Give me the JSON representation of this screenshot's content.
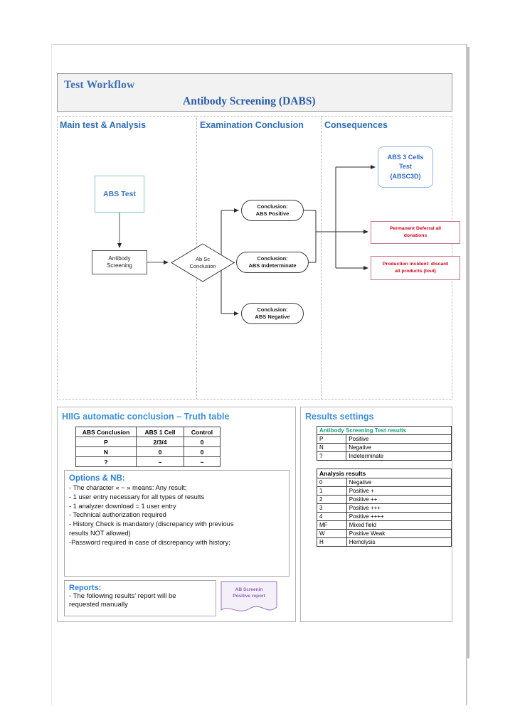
{
  "document": {
    "title_main": "Test Workflow",
    "title_sub": "Antibody Screening (DABS)"
  },
  "flowchart": {
    "columns": [
      {
        "label": "Main test & Analysis"
      },
      {
        "label": "Examination Conclusion"
      },
      {
        "label": "Consequences"
      }
    ],
    "nodes": {
      "abs_test": "ABS Test",
      "antibody_screening_l1": "Antibody",
      "antibody_screening_l2": "Screening",
      "decision_l1": "Ab Sc",
      "decision_l2": "Conclusion",
      "conclusion_positive_l1": "Conclusion:",
      "conclusion_positive_l2": "ABS Positive",
      "conclusion_indeterminate_l1": "Conclusion:",
      "conclusion_indeterminate_l2": "ABS Indeterminate",
      "conclusion_negative_l1": "Conclusion:",
      "conclusion_negative_l2": "ABS Negative",
      "absc3d_l1": "ABS 3 Cells",
      "absc3d_l2": "Test",
      "absc3d_l3": "(ABSC3D)",
      "deferral_l1": "Permanent Deferral all",
      "deferral_l2": "donations",
      "incident_l1": "Production incident: discard",
      "incident_l2": "all products (tout)"
    }
  },
  "truth_panel": {
    "title": "HIIG automatic conclusion – Truth table",
    "table": {
      "headers": [
        "ABS Conclusion",
        "ABS 1 Cell",
        "Control"
      ],
      "rows": [
        [
          "P",
          "2/3/4",
          "0"
        ],
        [
          "N",
          "0",
          "0"
        ],
        [
          "?",
          "~",
          "~"
        ]
      ]
    },
    "options": {
      "heading": "Options & NB:",
      "lines": [
        "- The character « ~ » means: Any result;",
        "- 1 user entry necessary for all types of results",
        "- 1 analyzer download = 1 user entry",
        "- Technical authorization required",
        "- History Check is mandatory (discrepancy with previous",
        "results NOT allowed)",
        "-Password required in case of discrepancy with history;"
      ]
    },
    "reports": {
      "heading": "Reports:",
      "line1": "- The following results' report will be",
      "line2": "requested manually",
      "doc_l1": "AB Screenin",
      "doc_l2": "Positive report"
    }
  },
  "results_panel": {
    "title": "Results settings",
    "test_results": {
      "header": "Antibody Screening Test results",
      "rows": [
        [
          "P",
          "Positive"
        ],
        [
          "N",
          "Negative"
        ],
        [
          "?",
          "Indeterminate"
        ]
      ]
    },
    "analysis_results": {
      "header": "Analysis results",
      "rows": [
        [
          "0",
          "Negative"
        ],
        [
          "1",
          "Positive +"
        ],
        [
          "2",
          "Positive ++"
        ],
        [
          "3",
          "Positive +++"
        ],
        [
          "4",
          "Positive ++++"
        ],
        [
          "MF",
          "Mixed field"
        ],
        [
          "W",
          "Positive Weak"
        ],
        [
          "H",
          "Hemolysis"
        ]
      ]
    }
  },
  "colors": {
    "title_blue": "#2b5ca8",
    "heading_blue": "#2e6db4",
    "panel_blue": "#3f8fd8",
    "teal": "#17a07e",
    "red": "#d0021b",
    "purple": "#8f5fb5"
  }
}
